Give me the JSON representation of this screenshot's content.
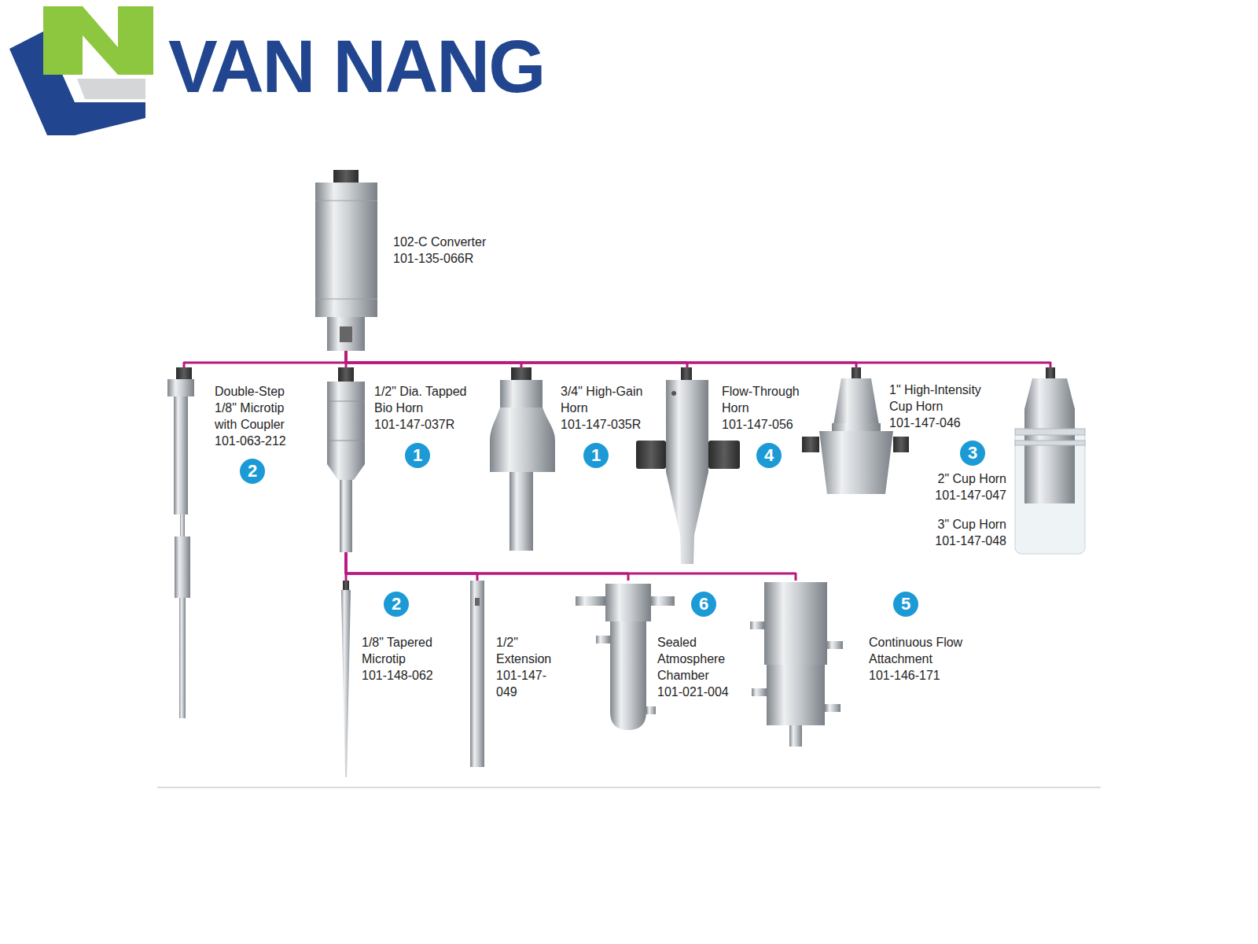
{
  "diagram": {
    "nodes": [
      {
        "text": [
          "102-C Converter",
          "101-135-066R"
        ]
      },
      {
        "text": [
          "Double-Step 1/8\" Microtip with Coupler",
          "101-063-212"
        ]
      },
      {
        "text": [
          "1/2\" Dia. Tapped Bio Horn",
          "101-147-037R"
        ]
      },
      {
        "text": [
          "3/4\" High-Gain Horn",
          "101-147-035R"
        ]
      },
      {
        "text": [
          "Flow-Through Horn",
          "101-147-056"
        ]
      },
      {
        "text": [
          "1\" High-Intensity Cup Horn",
          "101-147-046"
        ]
      },
      {
        "text": [
          "2\" Cup Horn",
          "101-147-047",
          "3\" Cup Horn",
          "101-147-048"
        ]
      },
      {
        "text": [
          "1/8\" Tapered Microtip",
          "101-148-062"
        ]
      },
      {
        "text": [
          "1/2\" Extension",
          "101-147-049"
        ]
      },
      {
        "text": [
          "Sealed Atmosphere Chamber",
          "101-021-004"
        ]
      },
      {
        "text": [
          "Continuous Flow Attachment",
          "101-146-171"
        ]
      }
    ],
    "edges": [
      {
        "from": 0,
        "to": 1,
        "arrow": "none"
      },
      {
        "from": 0,
        "to": 2,
        "arrow": "none"
      },
      {
        "from": 0,
        "to": 3,
        "arrow": "none"
      },
      {
        "from": 0,
        "to": 4,
        "arrow": "none"
      },
      {
        "from": 0,
        "to": 5,
        "arrow": "none"
      },
      {
        "from": 0,
        "to": 6,
        "arrow": "none"
      },
      {
        "from": 2,
        "to": 7,
        "arrow": "none"
      },
      {
        "from": 2,
        "to": 8,
        "arrow": "none"
      },
      {
        "from": 2,
        "to": 9,
        "arrow": "none"
      },
      {
        "from": 2,
        "to": 10,
        "arrow": "none"
      }
    ],
    "labels": [
      "VAN NANG",
      "2",
      "1",
      "1",
      "4",
      "3",
      "2",
      "6",
      "5"
    ]
  }
}
